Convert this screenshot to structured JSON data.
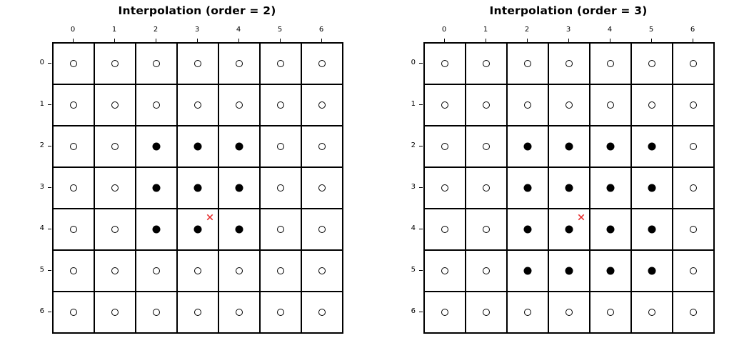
{
  "figure": {
    "background_color": "#ffffff",
    "line_color": "#000000"
  },
  "chart_data": [
    {
      "type": "scatter",
      "title": "Interpolation (order = 2)",
      "x_ticks": [
        "0",
        "1",
        "2",
        "3",
        "4",
        "5",
        "6"
      ],
      "y_ticks": [
        "0",
        "1",
        "2",
        "3",
        "4",
        "5",
        "6"
      ],
      "x_axis_position": "top",
      "y_axis_inverted": true,
      "grid_rows": 7,
      "grid_cols": 7,
      "grid_lines": "on",
      "open_points": "all grid intersections (row, col) in 0..6 except filled_points",
      "filled_points": [
        [
          2,
          2
        ],
        [
          2,
          3
        ],
        [
          2,
          4
        ],
        [
          3,
          2
        ],
        [
          3,
          3
        ],
        [
          3,
          4
        ],
        [
          4,
          2
        ],
        [
          4,
          3
        ],
        [
          4,
          4
        ]
      ],
      "cross_point": {
        "col": 3.3,
        "row": 3.7
      },
      "colors": {
        "open_marker_edge": "#000000",
        "open_marker_fill": "#ffffff",
        "filled_marker": "#000000",
        "cross_marker": "#e62e2e"
      }
    },
    {
      "type": "scatter",
      "title": "Interpolation (order = 3)",
      "x_ticks": [
        "0",
        "1",
        "2",
        "3",
        "4",
        "5",
        "6"
      ],
      "y_ticks": [
        "0",
        "1",
        "2",
        "3",
        "4",
        "5",
        "6"
      ],
      "x_axis_position": "top",
      "y_axis_inverted": true,
      "grid_rows": 7,
      "grid_cols": 7,
      "grid_lines": "on",
      "open_points": "all grid intersections (row, col) in 0..6 except filled_points",
      "filled_points": [
        [
          2,
          2
        ],
        [
          2,
          3
        ],
        [
          2,
          4
        ],
        [
          2,
          5
        ],
        [
          3,
          2
        ],
        [
          3,
          3
        ],
        [
          3,
          4
        ],
        [
          3,
          5
        ],
        [
          4,
          2
        ],
        [
          4,
          3
        ],
        [
          4,
          4
        ],
        [
          4,
          5
        ],
        [
          5,
          2
        ],
        [
          5,
          3
        ],
        [
          5,
          4
        ],
        [
          5,
          5
        ]
      ],
      "cross_point": {
        "col": 3.3,
        "row": 3.7
      },
      "colors": {
        "open_marker_edge": "#000000",
        "open_marker_fill": "#ffffff",
        "filled_marker": "#000000",
        "cross_marker": "#e62e2e"
      }
    }
  ]
}
